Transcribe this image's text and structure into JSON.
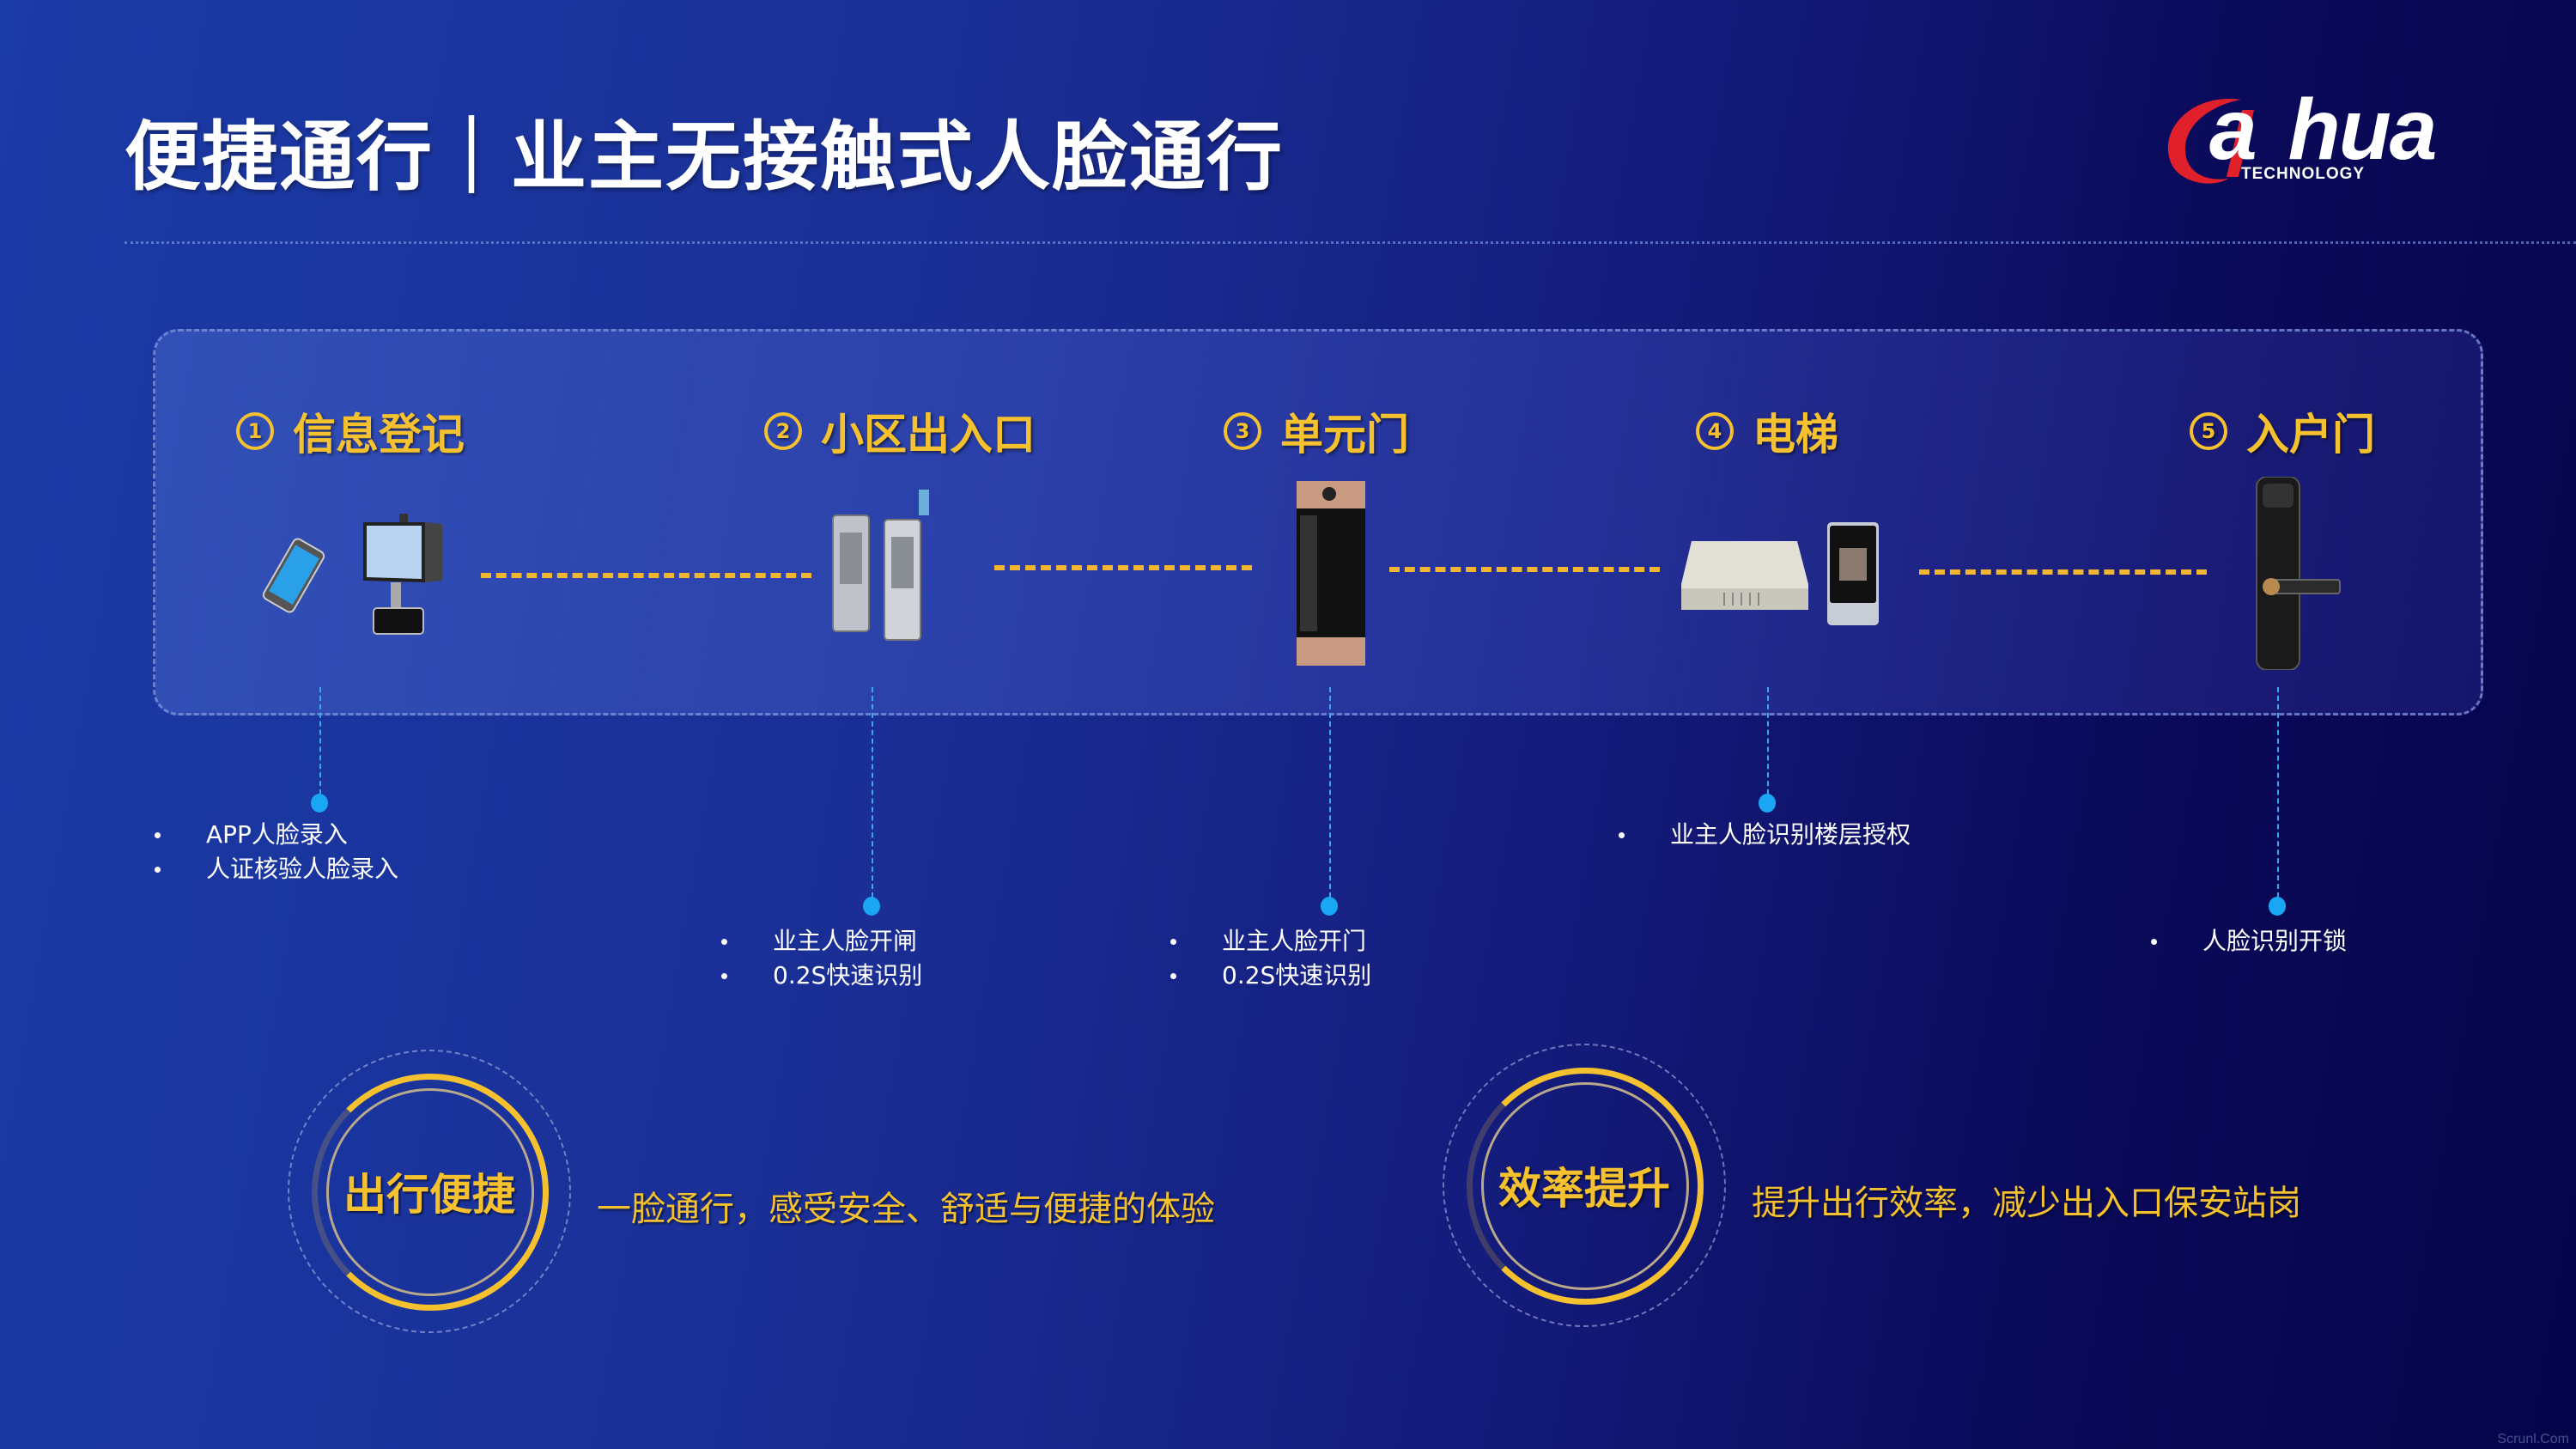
{
  "header": {
    "title": "便捷通行｜业主无接触式人脸通行",
    "logo": {
      "wordmark": "a/hua",
      "subtitle": "TECHNOLOGY",
      "accent_color": "#e0202a"
    }
  },
  "steps": [
    {
      "num": "1",
      "label": "信息登记",
      "devices": [
        "smartphone-icon",
        "face-registration-terminal-icon"
      ],
      "bullets": [
        "APP人脸录入",
        "人证核验人脸录入"
      ]
    },
    {
      "num": "2",
      "label": "小区出入口",
      "devices": [
        "turnstile-gate-icon"
      ],
      "bullets": [
        "业主人脸开闸",
        "0.2S快速识别"
      ]
    },
    {
      "num": "3",
      "label": "单元门",
      "devices": [
        "door-station-icon"
      ],
      "bullets": [
        "业主人脸开门",
        "0.2S快速识别"
      ]
    },
    {
      "num": "4",
      "label": "电梯",
      "devices": [
        "elevator-controller-box-icon",
        "face-terminal-icon"
      ],
      "bullets": [
        "业主人脸识别楼层授权"
      ]
    },
    {
      "num": "5",
      "label": "入户门",
      "devices": [
        "smart-door-lock-icon"
      ],
      "bullets": [
        "人脸识别开锁"
      ]
    }
  ],
  "benefits": [
    {
      "badge": "出行便捷",
      "text": "一脸通行，感受安全、舒适与便捷的体验"
    },
    {
      "badge": "效率提升",
      "text": "提升出行效率，减少出入口保安站岗"
    }
  ],
  "colors": {
    "accent_yellow": "#f5c12e",
    "dot_blue": "#19a6f2",
    "bg_dark": "#05044a",
    "bg_light": "#1b3ba6"
  },
  "watermark": "Scrunl.Com"
}
